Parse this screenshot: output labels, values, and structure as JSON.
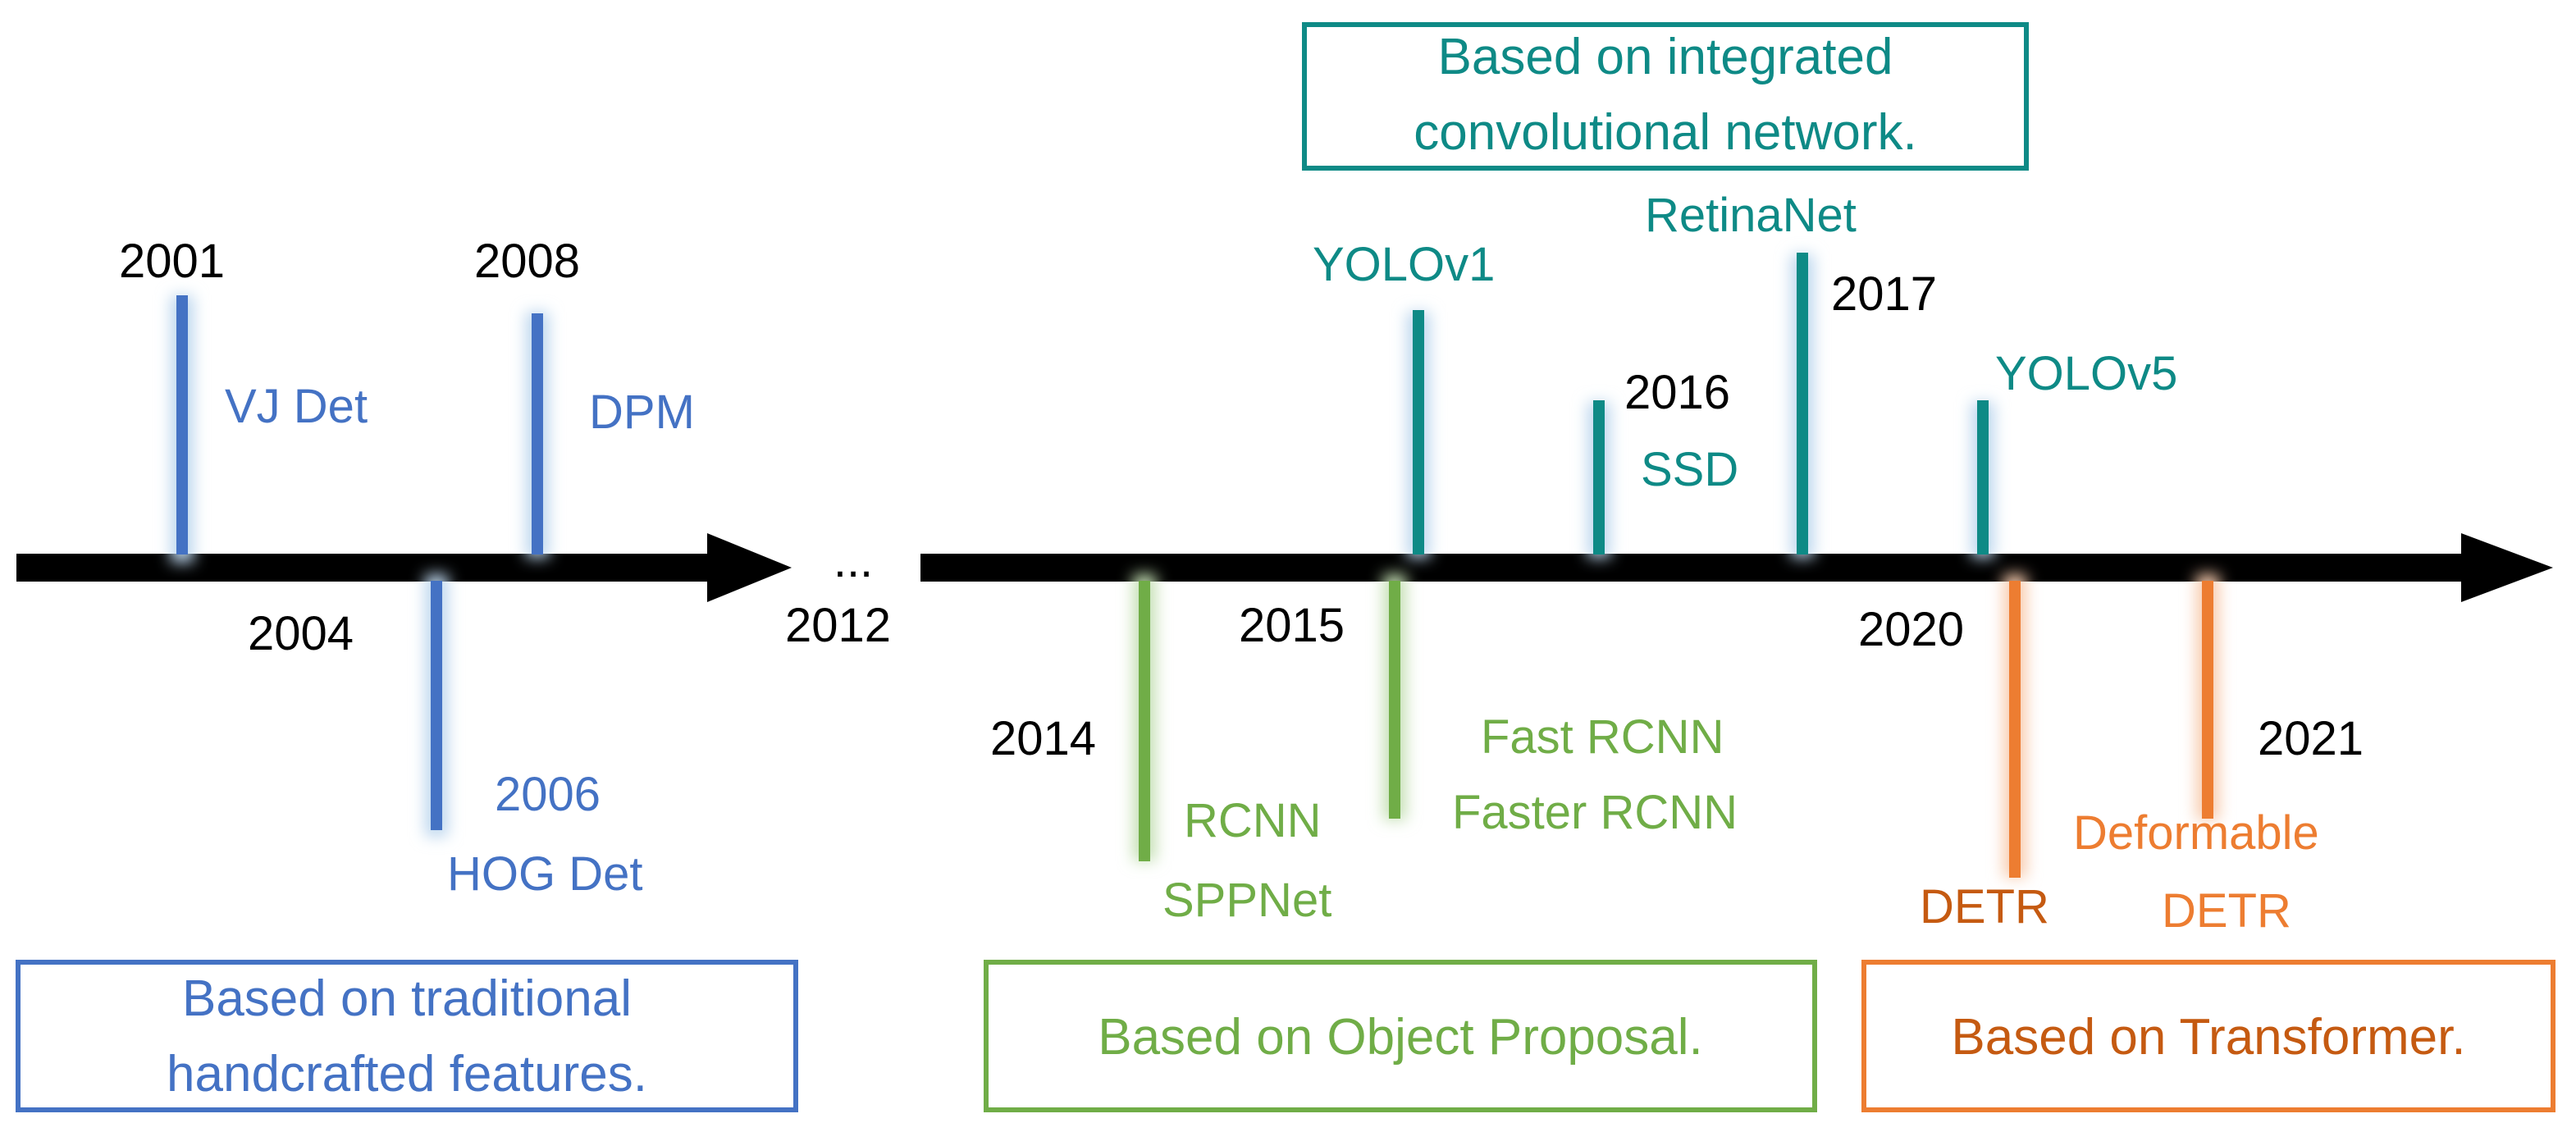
{
  "colors": {
    "axis": "#000000",
    "year": "#000000",
    "traditional": "#4472C4",
    "traditional_label": "#4472C4",
    "proposal": "#70AD47",
    "integrated": "#0E8A86",
    "transformer": "#ED7D31",
    "transformer_dark": "#C55A11",
    "glow_blue": "#BDD7EE",
    "glow_green": "#C5E0B4",
    "glow_orange": "#F8CBAD"
  },
  "gap_marker": "...",
  "categories": {
    "traditional": {
      "lines": [
        "Based on traditional",
        "handcrafted features."
      ]
    },
    "proposal": {
      "lines": [
        "Based on Object Proposal."
      ]
    },
    "integrated": {
      "lines": [
        "Based on integrated",
        "convolutional network."
      ]
    },
    "transformer": {
      "lines": [
        "Based on Transformer."
      ]
    }
  },
  "events": [
    {
      "id": "2001",
      "year": "2001",
      "methods": [
        "VJ Det"
      ],
      "group": "traditional",
      "side": "above"
    },
    {
      "id": "2004",
      "year": "2004",
      "methods": [],
      "group": "traditional",
      "side": "below"
    },
    {
      "id": "2006",
      "year": "",
      "methods": [
        "2006",
        "HOG Det"
      ],
      "group": "traditional",
      "side": "below"
    },
    {
      "id": "2008",
      "year": "2008",
      "methods": [
        "DPM"
      ],
      "group": "traditional",
      "side": "above"
    },
    {
      "id": "2012",
      "year": "2012",
      "methods": [],
      "group": "none",
      "side": "below"
    },
    {
      "id": "2014",
      "year": "2014",
      "methods": [
        "RCNN",
        "SPPNet"
      ],
      "group": "proposal",
      "side": "below"
    },
    {
      "id": "2015-below",
      "year": "2015",
      "methods": [
        "Fast RCNN",
        "Faster RCNN"
      ],
      "group": "proposal",
      "side": "below"
    },
    {
      "id": "2015-above",
      "year": "",
      "methods": [
        "YOLOv1"
      ],
      "group": "integrated",
      "side": "above"
    },
    {
      "id": "2016",
      "year": "2016",
      "methods": [
        "SSD"
      ],
      "group": "integrated",
      "side": "above"
    },
    {
      "id": "2017",
      "year": "2017",
      "methods": [
        "RetinaNet"
      ],
      "group": "integrated",
      "side": "above"
    },
    {
      "id": "2020-above",
      "year": "",
      "methods": [
        "YOLOv5"
      ],
      "group": "integrated",
      "side": "above"
    },
    {
      "id": "2020-below",
      "year": "2020",
      "methods": [
        "DETR"
      ],
      "group": "transformer",
      "side": "below"
    },
    {
      "id": "2021",
      "year": "2021",
      "methods": [
        "Deformable",
        "DETR"
      ],
      "group": "transformer",
      "side": "below"
    }
  ]
}
